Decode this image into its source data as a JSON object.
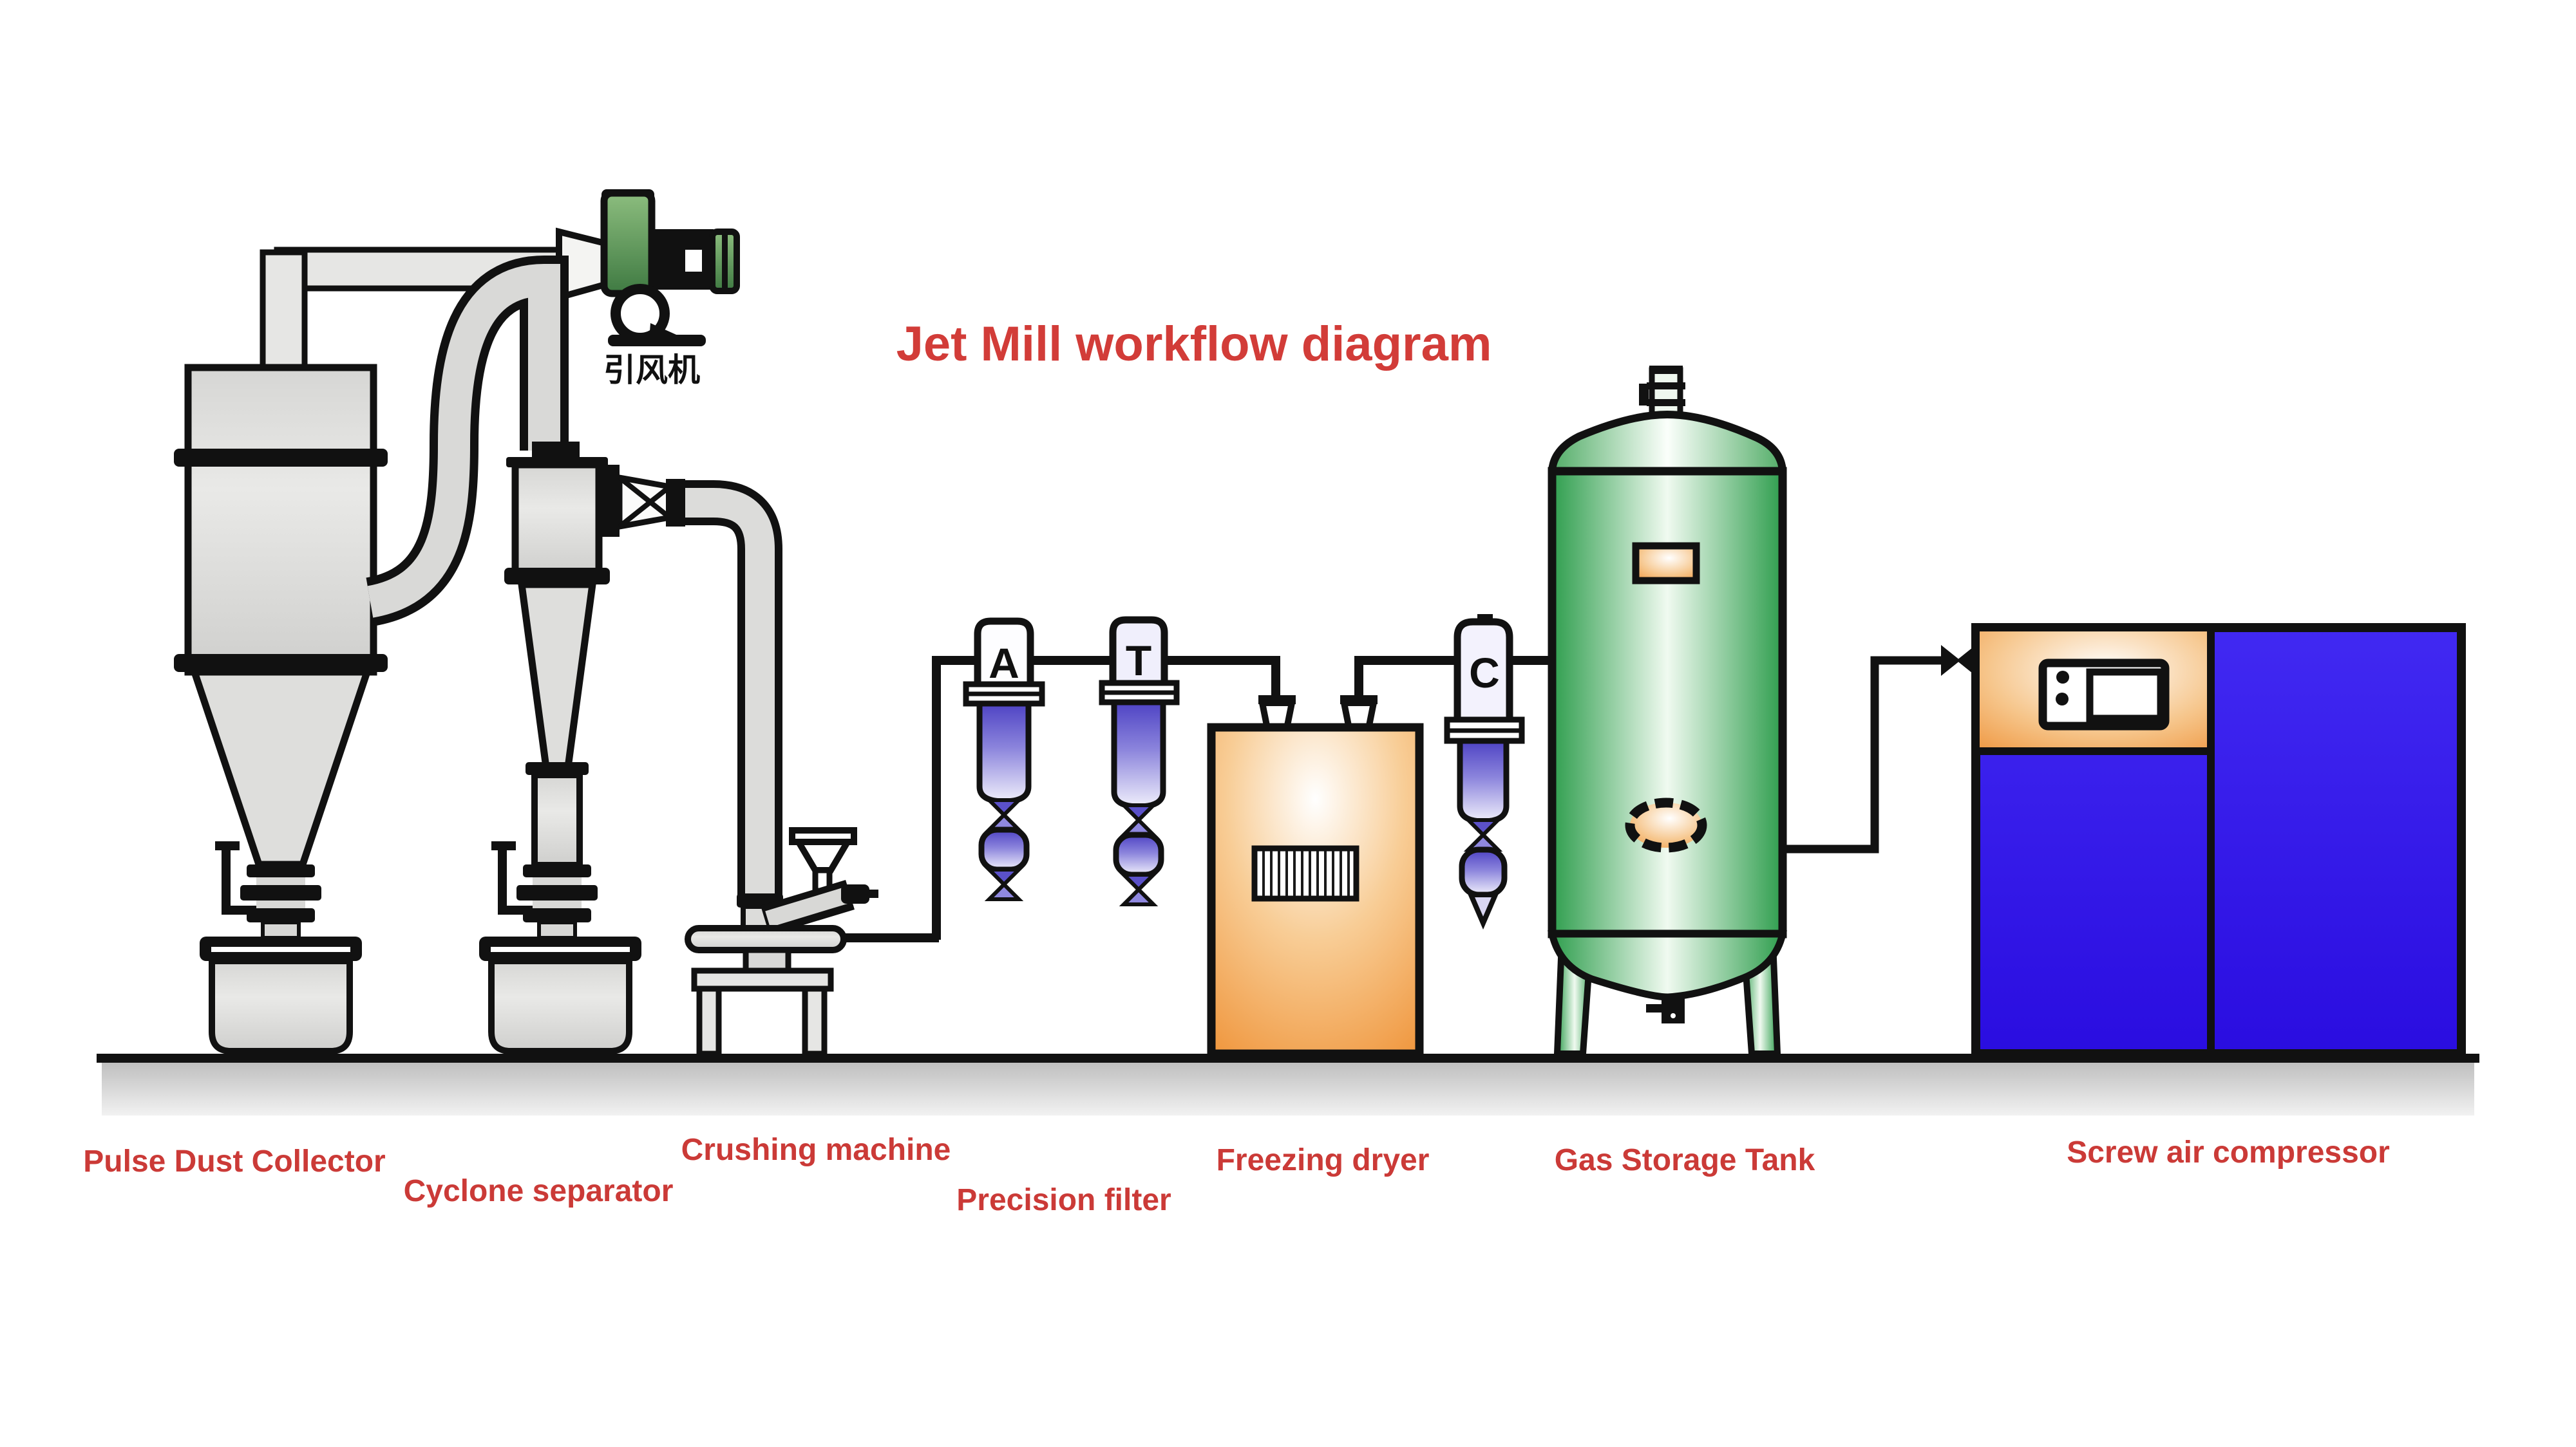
{
  "title": {
    "text": "Jet Mill workflow diagram"
  },
  "fan": {
    "label": "引风机"
  },
  "filter_tags": {
    "a": "A",
    "t": "T",
    "c": "C"
  },
  "labels": {
    "pulse_dust_collector": "Pulse Dust Collector",
    "cyclone_separator": "Cyclone separator",
    "crushing_machine": "Crushing machine",
    "precision_filter": "Precision filter",
    "freezing_dryer": "Freezing dryer",
    "gas_storage_tank": "Gas Storage Tank",
    "screw_air_compressor": "Screw air compressor"
  },
  "colors": {
    "title_red": "#d23c38",
    "label_red": "#cb3a37",
    "metal_gray": "#d8d8d6",
    "filter_blue": "#4e43c4",
    "dryer_orange": "#ef9338",
    "tank_green": "#2f9e4e",
    "compressor_blue": "#2f10e9",
    "fan_green": "#5f9e57",
    "outline_black": "#111111"
  }
}
